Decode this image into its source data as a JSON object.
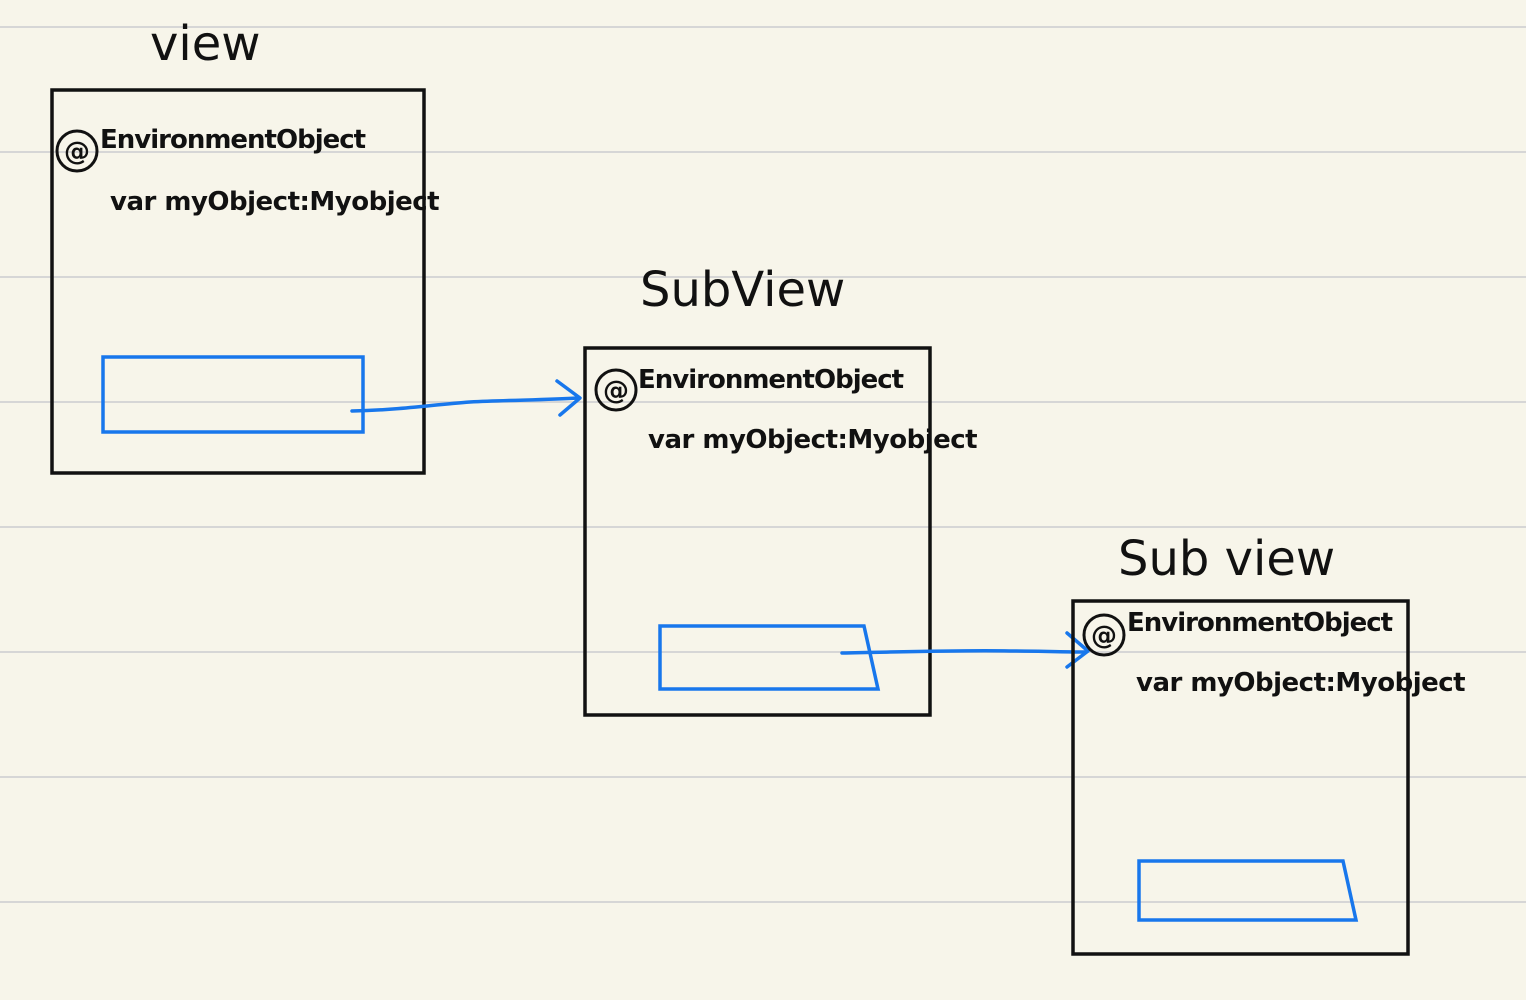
{
  "views": [
    {
      "title": "view",
      "annotation_symbol": "@",
      "annotation": "EnvironmentObject",
      "declaration": "var myObject:Myobject"
    },
    {
      "title": "SubView",
      "annotation_symbol": "@",
      "annotation": "EnvironmentObject",
      "declaration": "var myObject:Myobject"
    },
    {
      "title": "Sub view",
      "annotation_symbol": "@",
      "annotation": "EnvironmentObject",
      "declaration": "var myObject:Myobject"
    }
  ],
  "colors": {
    "background": "#f7f5ea",
    "ruled_line": "#d6d6d6",
    "box_stroke": "#111111",
    "child_and_arrow": "#1877ec"
  }
}
